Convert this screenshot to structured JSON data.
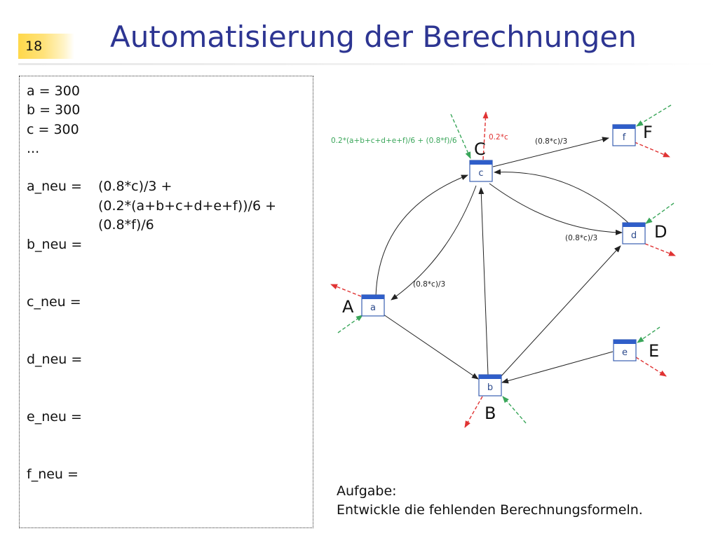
{
  "slide": {
    "page_number": "18",
    "title": "Automatisierung der Berechnungen"
  },
  "formulas": {
    "init": [
      "a = 300",
      "b = 300",
      "c = 300",
      "..."
    ],
    "a_neu_label": "a_neu =",
    "a_neu_terms": [
      "(0.8*c)/3 +",
      "(0.2*(a+b+c+d+e+f))/6 +",
      "(0.8*f)/6"
    ],
    "other_labels": [
      "b_neu =",
      "c_neu =",
      "d_neu =",
      "e_neu =",
      "f_neu ="
    ]
  },
  "diagram": {
    "nodes": [
      {
        "id": "a",
        "label": "A"
      },
      {
        "id": "b",
        "label": "B"
      },
      {
        "id": "c",
        "label": "C"
      },
      {
        "id": "d",
        "label": "D"
      },
      {
        "id": "e",
        "label": "E"
      },
      {
        "id": "f",
        "label": "F"
      }
    ],
    "edge_labels": {
      "c_inflow": "0.2*(a+b+c+d+e+f)/6 + (0.8*f)/6",
      "c_outflow": "0.2*c",
      "c_to_f": "(0.8*c)/3",
      "c_to_d": "(0.8*c)/3",
      "c_to_a": "(0.8*c)/3"
    },
    "colors": {
      "node_border": "#3a5fb0",
      "titlebar": "#2f5ec9",
      "edge": "#222222",
      "inflow": "#3aa65a",
      "outflow": "#e03333"
    }
  },
  "task": {
    "heading": "Aufgabe:",
    "text": "Entwickle die fehlenden Berechnungsformeln."
  }
}
